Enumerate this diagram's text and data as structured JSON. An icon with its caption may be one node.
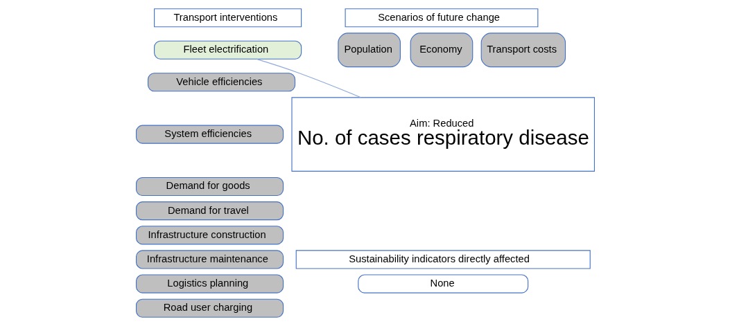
{
  "diagram": {
    "nodes": [
      {
        "text": [
          "Transport interventions"
        ]
      },
      {
        "text": [
          "Fleet electrification"
        ]
      },
      {
        "text": [
          "Vehicle efficiencies"
        ]
      },
      {
        "text": [
          "System efficiencies"
        ]
      },
      {
        "text": [
          "Demand for goods"
        ]
      },
      {
        "text": [
          "Demand for travel"
        ]
      },
      {
        "text": [
          "Infrastructure construction"
        ]
      },
      {
        "text": [
          "Infrastructure maintenance"
        ]
      },
      {
        "text": [
          "Logistics planning"
        ]
      },
      {
        "text": [
          "Road user charging"
        ]
      },
      {
        "text": [
          "Scenarios of future change"
        ]
      },
      {
        "text": [
          "Population"
        ]
      },
      {
        "text": [
          "Economy"
        ]
      },
      {
        "text": [
          "Transport costs"
        ]
      },
      {
        "text": [
          "Aim: Reduced",
          "No. of cases respiratory disease"
        ]
      },
      {
        "text": [
          "Sustainability indicators directly affected"
        ]
      },
      {
        "text": [
          "None"
        ]
      }
    ],
    "edges": [
      {
        "from": 1,
        "to": 14,
        "arrow": "none",
        "color": "#8faadc"
      }
    ]
  }
}
